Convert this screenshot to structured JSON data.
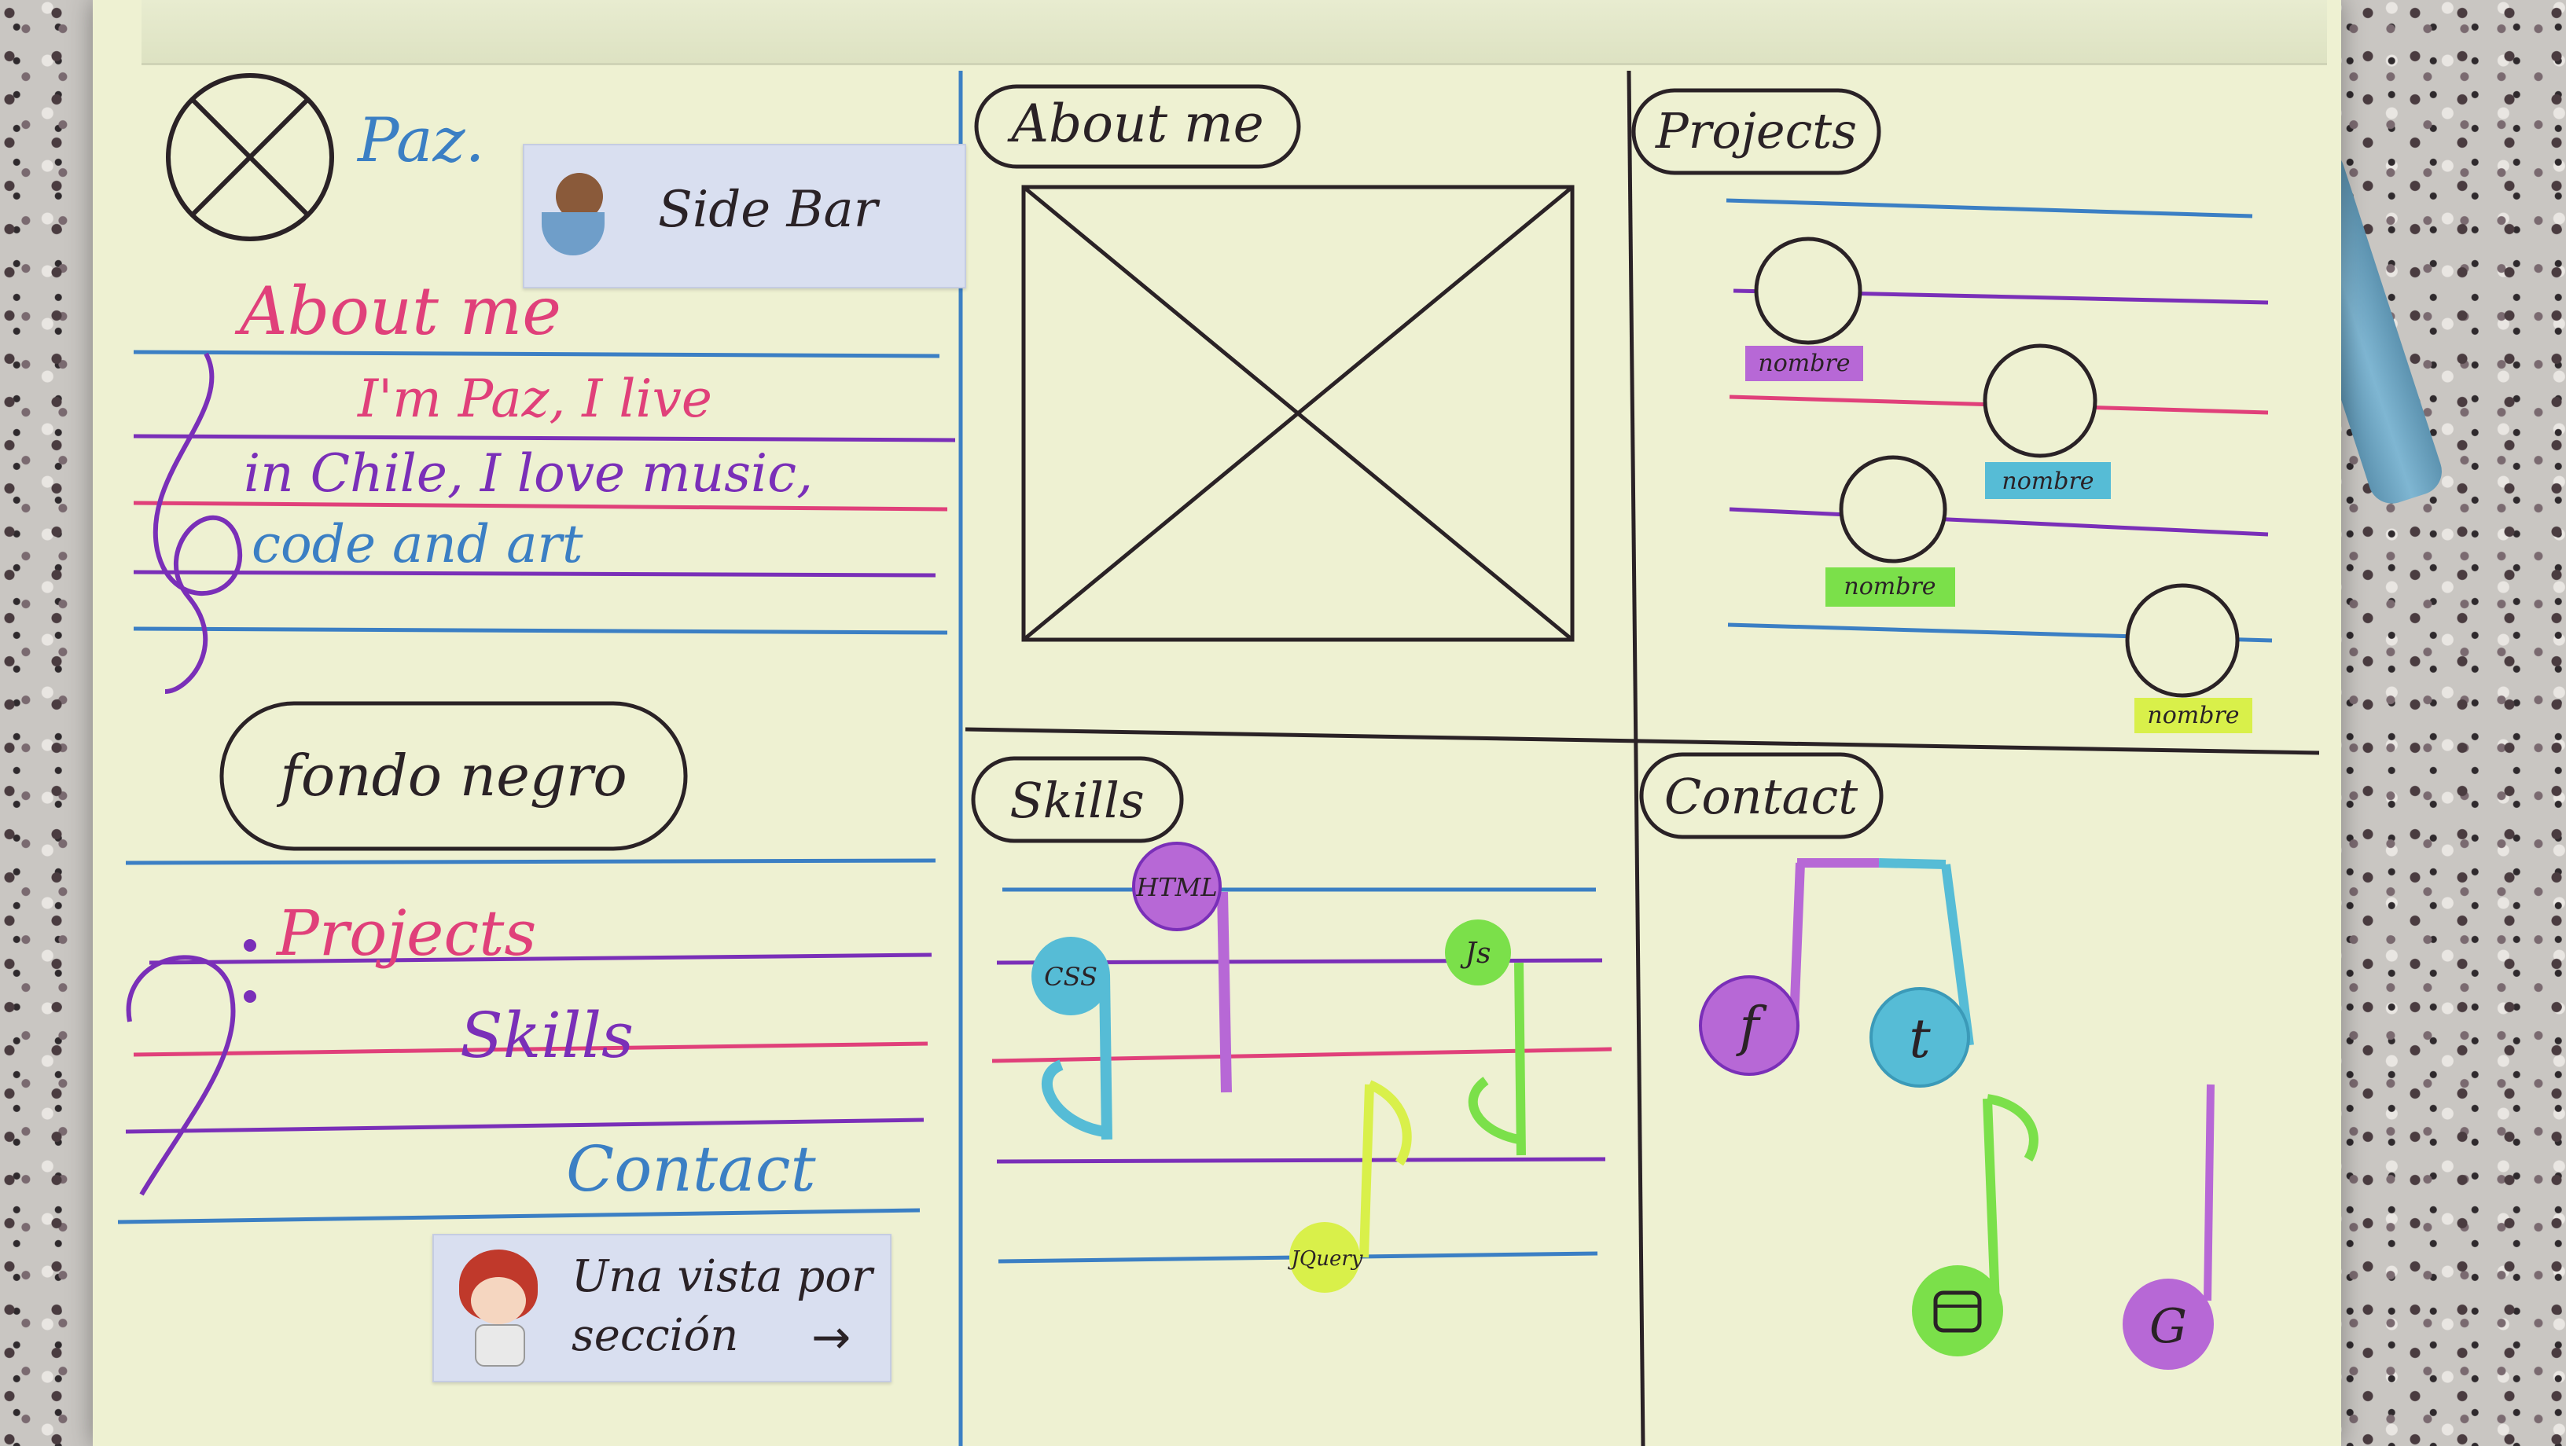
{
  "logo_text": "Paz.",
  "sidebar_tape": "Side Bar",
  "sidebar_about_title": "About me",
  "about_lines": [
    "I'm Paz, I live",
    "in Chile, I love music,",
    "code and art"
  ],
  "bubble_text": "fondo negro",
  "nav_links": [
    "Projects",
    "Skills",
    "Contact"
  ],
  "bottom_tape_lines": [
    "Una vista por",
    "sección"
  ],
  "bottom_tape_arrow": "→",
  "panel_about_title": "About me",
  "panel_projects_title": "Projects",
  "project_labels": [
    "nombre",
    "nombre",
    "nombre",
    "nombre"
  ],
  "panel_skills_title": "Skills",
  "skill_notes": [
    "HTML",
    "CSS",
    "Js",
    "JQuery"
  ],
  "panel_contact_title": "Contact",
  "contact_notes": [
    "f",
    "t",
    "G"
  ],
  "colors": {
    "paper": "#eef1d2",
    "ink": "#2a2226",
    "blue": "#3b7fc4",
    "pink": "#e0407a",
    "purple": "#7a2fb8",
    "green": "#7be04a",
    "cyan": "#56bcd6",
    "violet": "#b768d6",
    "lime": "#d9f04a"
  }
}
